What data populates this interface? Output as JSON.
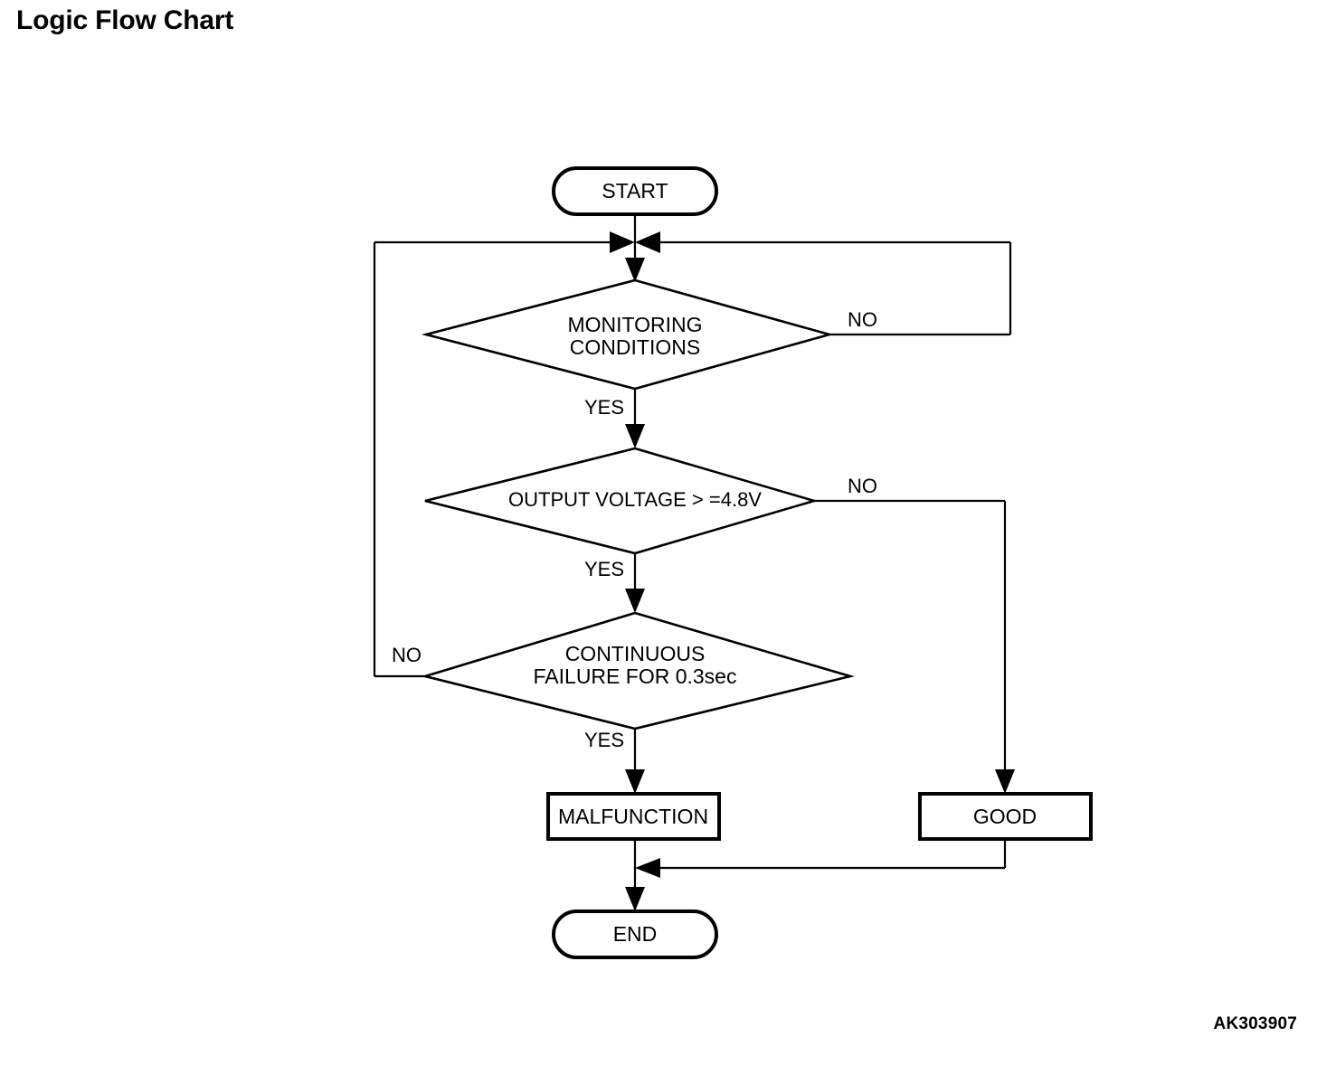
{
  "page": {
    "title": "Logic Flow Chart",
    "reference_code": "AK303907",
    "background_color": "#ffffff",
    "line_color": "#000000"
  },
  "chart_data": {
    "type": "flowchart",
    "title": "Logic Flow Chart",
    "nodes": [
      {
        "id": "start",
        "shape": "terminator",
        "label": "START"
      },
      {
        "id": "monitoring",
        "shape": "decision",
        "label_line1": "MONITORING",
        "label_line2": "CONDITIONS"
      },
      {
        "id": "voltage",
        "shape": "decision",
        "label_line1": "OUTPUT VOLTAGE > =4.8V",
        "label_line2": ""
      },
      {
        "id": "continuous",
        "shape": "decision",
        "label_line1": "CONTINUOUS",
        "label_line2": "FAILURE FOR 0.3sec"
      },
      {
        "id": "malfunction",
        "shape": "process",
        "label": "MALFUNCTION"
      },
      {
        "id": "good",
        "shape": "process",
        "label": "GOOD"
      },
      {
        "id": "end",
        "shape": "terminator",
        "label": "END"
      }
    ],
    "edges": [
      {
        "from": "start",
        "to": "monitoring",
        "label": ""
      },
      {
        "from": "monitoring",
        "to": "voltage",
        "label": "YES"
      },
      {
        "from": "monitoring",
        "to": "monitoring",
        "label": "NO"
      },
      {
        "from": "voltage",
        "to": "continuous",
        "label": "YES"
      },
      {
        "from": "voltage",
        "to": "good",
        "label": "NO"
      },
      {
        "from": "continuous",
        "to": "malfunction",
        "label": "YES"
      },
      {
        "from": "continuous",
        "to": "monitoring",
        "label": "NO"
      },
      {
        "from": "malfunction",
        "to": "end",
        "label": ""
      },
      {
        "from": "good",
        "to": "end",
        "label": ""
      }
    ]
  },
  "labels": {
    "start": "START",
    "monitoring_line1": "MONITORING",
    "monitoring_line2": "CONDITIONS",
    "voltage": "OUTPUT VOLTAGE > =4.8V",
    "continuous_line1": "CONTINUOUS",
    "continuous_line2": "FAILURE FOR 0.3sec",
    "malfunction": "MALFUNCTION",
    "good": "GOOD",
    "end": "END",
    "yes_1": "YES",
    "yes_2": "YES",
    "yes_3": "YES",
    "no_1": "NO",
    "no_2": "NO",
    "no_3": "NO"
  }
}
